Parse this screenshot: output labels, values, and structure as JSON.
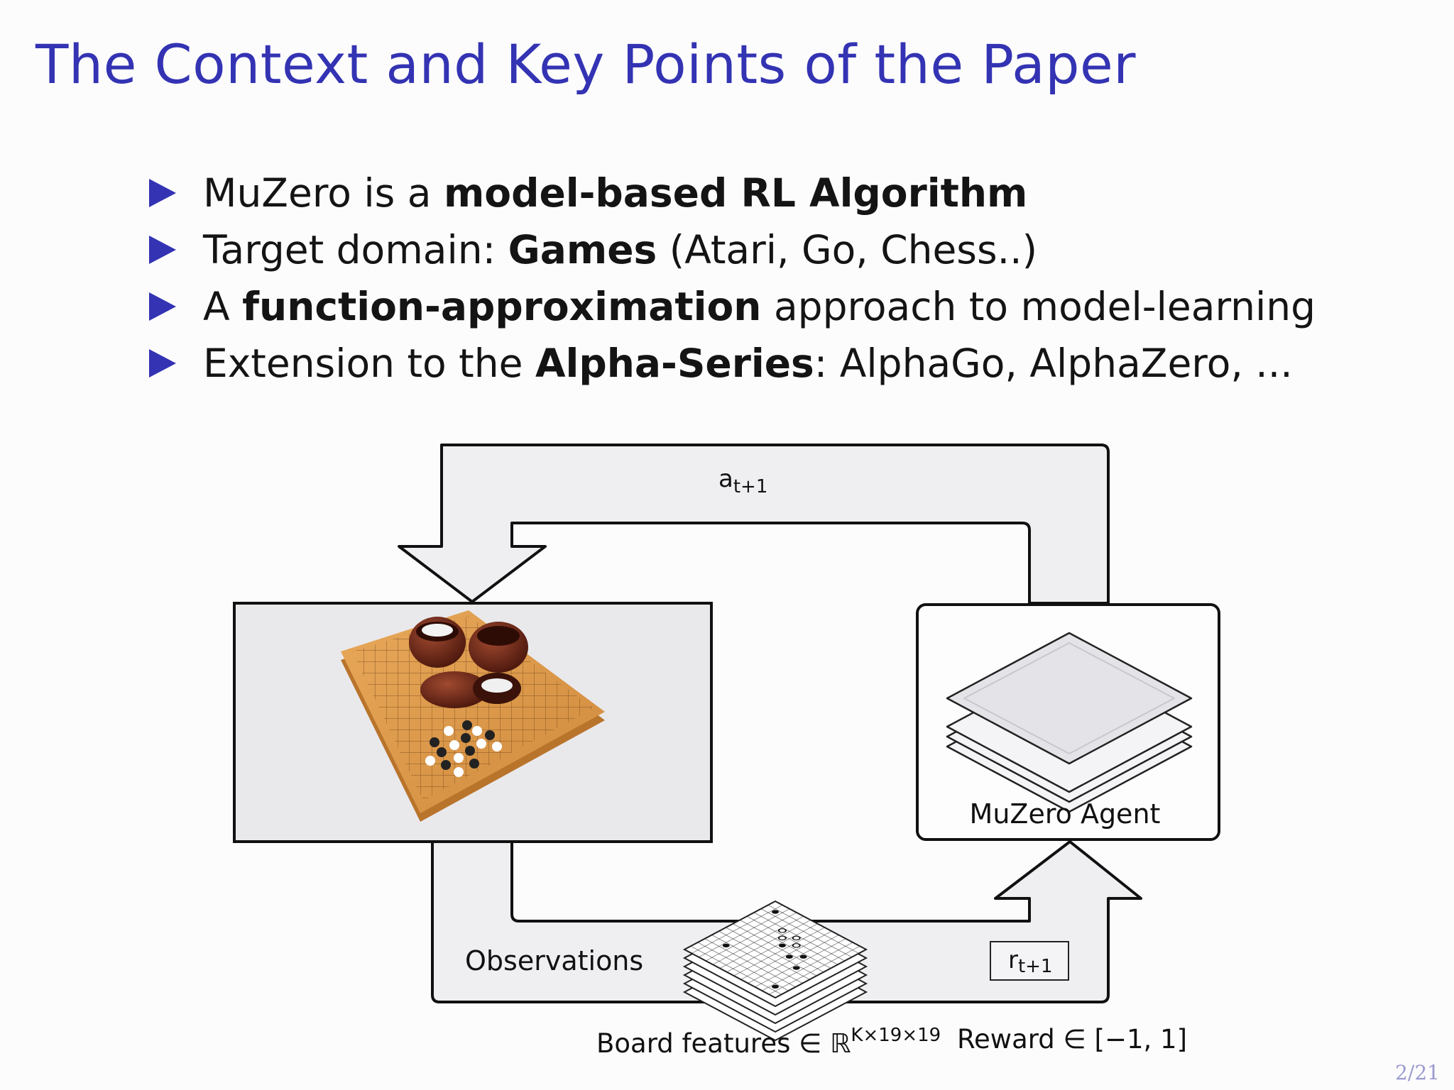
{
  "title": "The Context and Key Points of the Paper",
  "bullets": [
    {
      "pre": "MuZero is a ",
      "bold": "model-based RL Algorithm",
      "post": ""
    },
    {
      "pre": "Target domain: ",
      "bold": "Games",
      "post": " (Atari, Go, Chess..)"
    },
    {
      "pre": "A ",
      "bold": "function-approximation",
      "post": " approach to model-learning"
    },
    {
      "pre": "Extension to the ",
      "bold": "Alpha-Series",
      "post": ": AlphaGo, AlphaZero, ..."
    }
  ],
  "diagram": {
    "action_label": "a",
    "action_sub": "t+1",
    "agent_label": "MuZero Agent",
    "observations_label": "Observations",
    "reward_label": "r",
    "reward_sub": "t+1",
    "board_features": "Board features ∈ ℝ",
    "board_features_sup": "K×19×19",
    "reward_range": "Reward ∈ [−1, 1]"
  },
  "page_number": "2/21"
}
